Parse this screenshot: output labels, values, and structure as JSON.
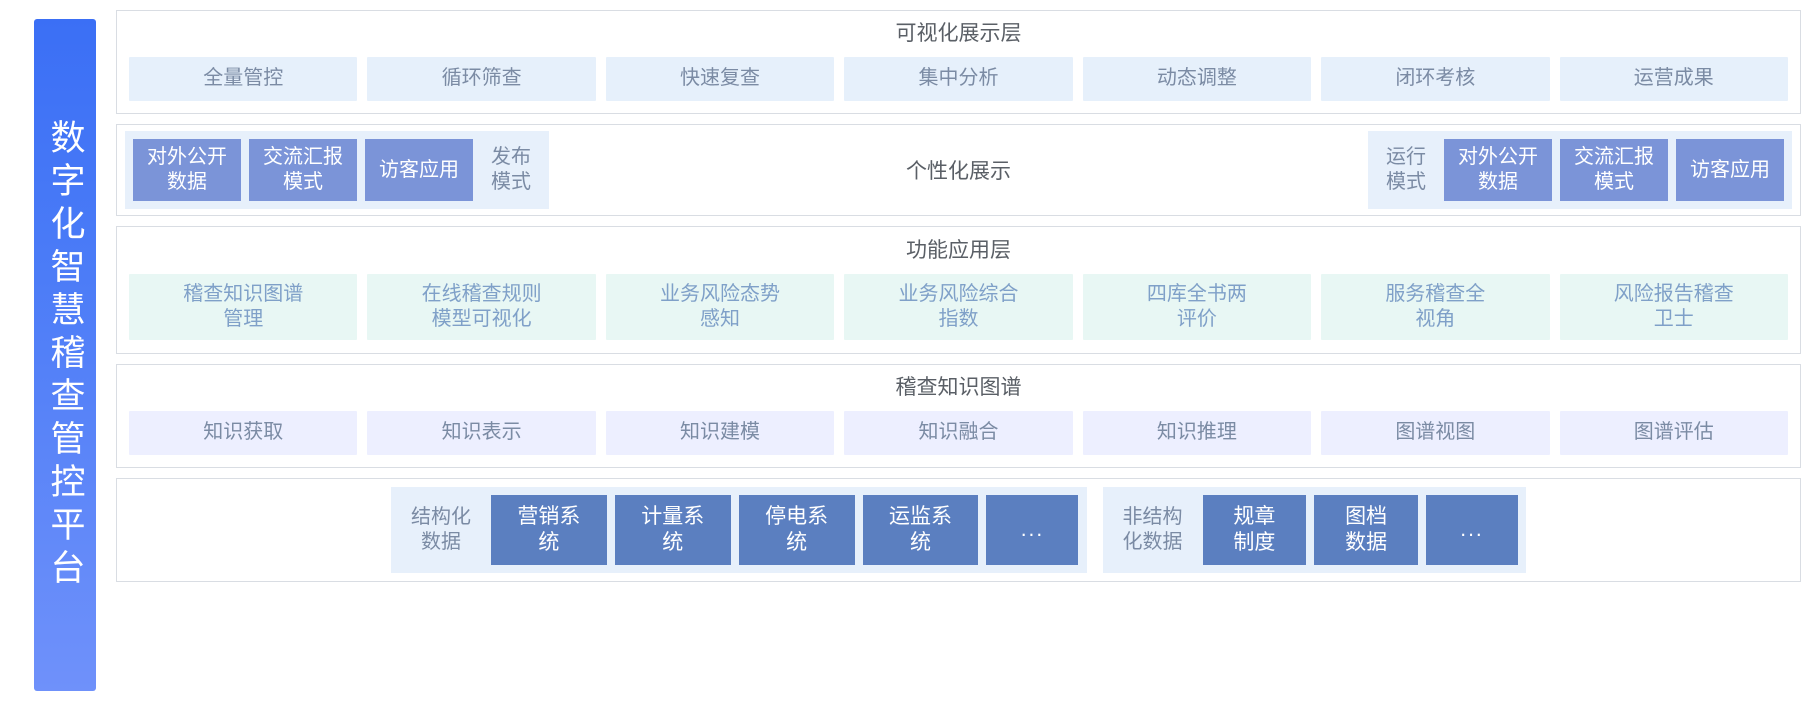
{
  "platform": {
    "title": "数字化智慧稽查管控平台",
    "accent_start": "#3b6ff5",
    "accent_end": "#6f91fa"
  },
  "layers": {
    "visualization": {
      "title": "可视化展示层",
      "chip_bg": "#e6f0fb",
      "chip_color": "#7b8ba4",
      "items": [
        {
          "label": "全量管控"
        },
        {
          "label": "循环筛查"
        },
        {
          "label": "快速复查"
        },
        {
          "label": "集中分析"
        },
        {
          "label": "动态调整"
        },
        {
          "label": "闭环考核"
        },
        {
          "label": "运营成果"
        }
      ]
    },
    "mode": {
      "center_label": "个性化展示",
      "box_bg": "#7b94d8",
      "group_bg": "#e7f0fb",
      "left": {
        "boxes": [
          {
            "label": "对外公开\n数据"
          },
          {
            "label": "交流汇报\n模式"
          },
          {
            "label": "访客应用"
          }
        ],
        "label": "发布\n模式"
      },
      "right": {
        "label": "运行\n模式",
        "boxes": [
          {
            "label": "对外公开\n数据"
          },
          {
            "label": "交流汇报\n模式"
          },
          {
            "label": "访客应用"
          }
        ]
      }
    },
    "functional": {
      "title": "功能应用层",
      "chip_bg": "#e8f7f4",
      "chip_color": "#7fa0c8",
      "items": [
        {
          "label": "稽查知识图谱\n管理"
        },
        {
          "label": "在线稽查规则\n模型可视化"
        },
        {
          "label": "业务风险态势\n感知"
        },
        {
          "label": "业务风险综合\n指数"
        },
        {
          "label": "四库全书两\n评价"
        },
        {
          "label": "服务稽查全\n视角"
        },
        {
          "label": "风险报告稽查\n卫士"
        }
      ]
    },
    "knowledge_graph": {
      "title": "稽查知识图谱",
      "chip_bg": "#edefff",
      "chip_color": "#7b8ba4",
      "items": [
        {
          "label": "知识获取"
        },
        {
          "label": "知识表示"
        },
        {
          "label": "知识建模"
        },
        {
          "label": "知识融合"
        },
        {
          "label": "知识推理"
        },
        {
          "label": "图谱视图"
        },
        {
          "label": "图谱评估"
        }
      ]
    },
    "data_sources": {
      "box_bg": "#5b7fc0",
      "group_bg": "#e7f0fb",
      "structured": {
        "label": "结构化\n数据",
        "boxes": [
          {
            "label": "营销系统"
          },
          {
            "label": "计量系统"
          },
          {
            "label": "停电系统"
          },
          {
            "label": "运监系统"
          },
          {
            "label": "..."
          }
        ]
      },
      "unstructured": {
        "label": "非结构\n化数据",
        "boxes": [
          {
            "label": "规章制度"
          },
          {
            "label": "图档数据"
          },
          {
            "label": "..."
          }
        ]
      }
    }
  }
}
